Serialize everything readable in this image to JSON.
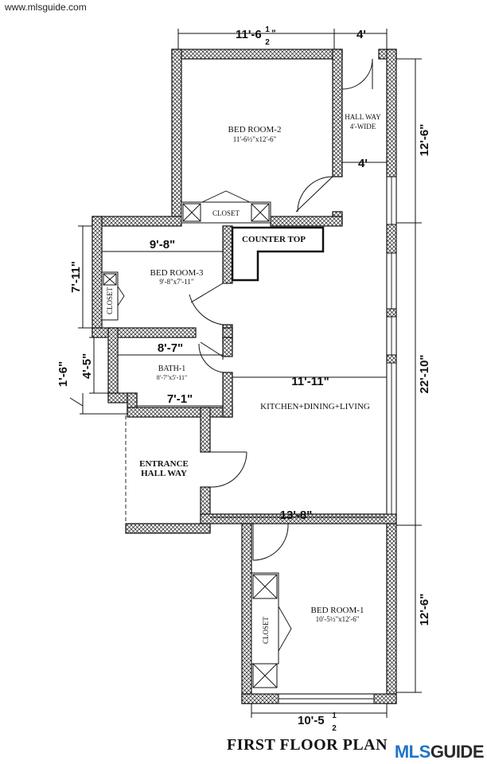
{
  "watermark_url": "www.mlsguide.com",
  "logo": {
    "part1": "MLS",
    "part2": "GUIDE"
  },
  "title": "FIRST FLOOR PLAN",
  "rooms": {
    "bed2": {
      "name": "BED ROOM-2",
      "size": "11'-6½\"x12'-6\""
    },
    "hall": {
      "name": "HALL WAY",
      "size": "4'-WIDE"
    },
    "bed3": {
      "name": "BED ROOM-3",
      "size": "9'-8\"x7'-11\""
    },
    "bath": {
      "name": "BATH-1",
      "size": "8'-7\"x5'-11\""
    },
    "kitchen": {
      "name": "KITCHEN+DINING+LIVING"
    },
    "entrance": {
      "line1": "ENTRANCE",
      "line2": "HALL WAY"
    },
    "bed1": {
      "name": "BED ROOM-1",
      "size": "10'-5½\"x12'-6\""
    }
  },
  "fixtures": {
    "closet_bed2": "CLOSET",
    "closet_bed3": "CLOSET",
    "closet_bed1": "CLOSET",
    "counter": "COUNTER TOP"
  },
  "dimensions": {
    "top_width": "11'-6",
    "top_width_frac_num": "1",
    "top_width_frac_den": "2",
    "top_width_end": "\"",
    "hall_width_top": "4'",
    "hall_width_mid": "4'",
    "right_top": "12'-6\"",
    "right_mid": "22'-10\"",
    "right_bot": "12'-6\"",
    "bed3_width": "9'-8\"",
    "bed3_height": "7'-11\"",
    "bath_width": "8'-7\"",
    "bath_height": "4'-5\"",
    "step": "1'-6\"",
    "bath_inner": "7'-1\"",
    "kitchen_width": "11'-11\"",
    "entry_width": "13'-8\"",
    "bottom_width": "10'-5",
    "bottom_frac_num": "1",
    "bottom_frac_den": "2"
  }
}
